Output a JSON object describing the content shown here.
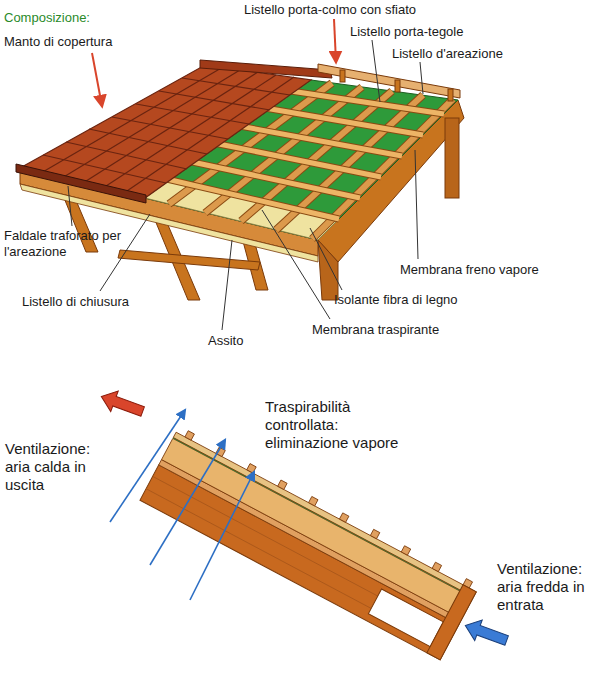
{
  "diagram": {
    "title": "Composizione:",
    "labels": [
      "Manto di copertura",
      "Listello porta-colmo con sfiato",
      "Listello porta-tegole",
      "Listello d'areazione",
      "Faldale traforato per l'areazione",
      "Membrana freno vapore",
      "Isolante fibra di legno",
      "Listello di chiusura",
      "Membrana traspirante",
      "Assito",
      "Ventilazione: aria calda in uscita",
      "Traspirabilità controllata: eliminazione vapore",
      "Ventilazione: aria fredda in entrata"
    ]
  }
}
